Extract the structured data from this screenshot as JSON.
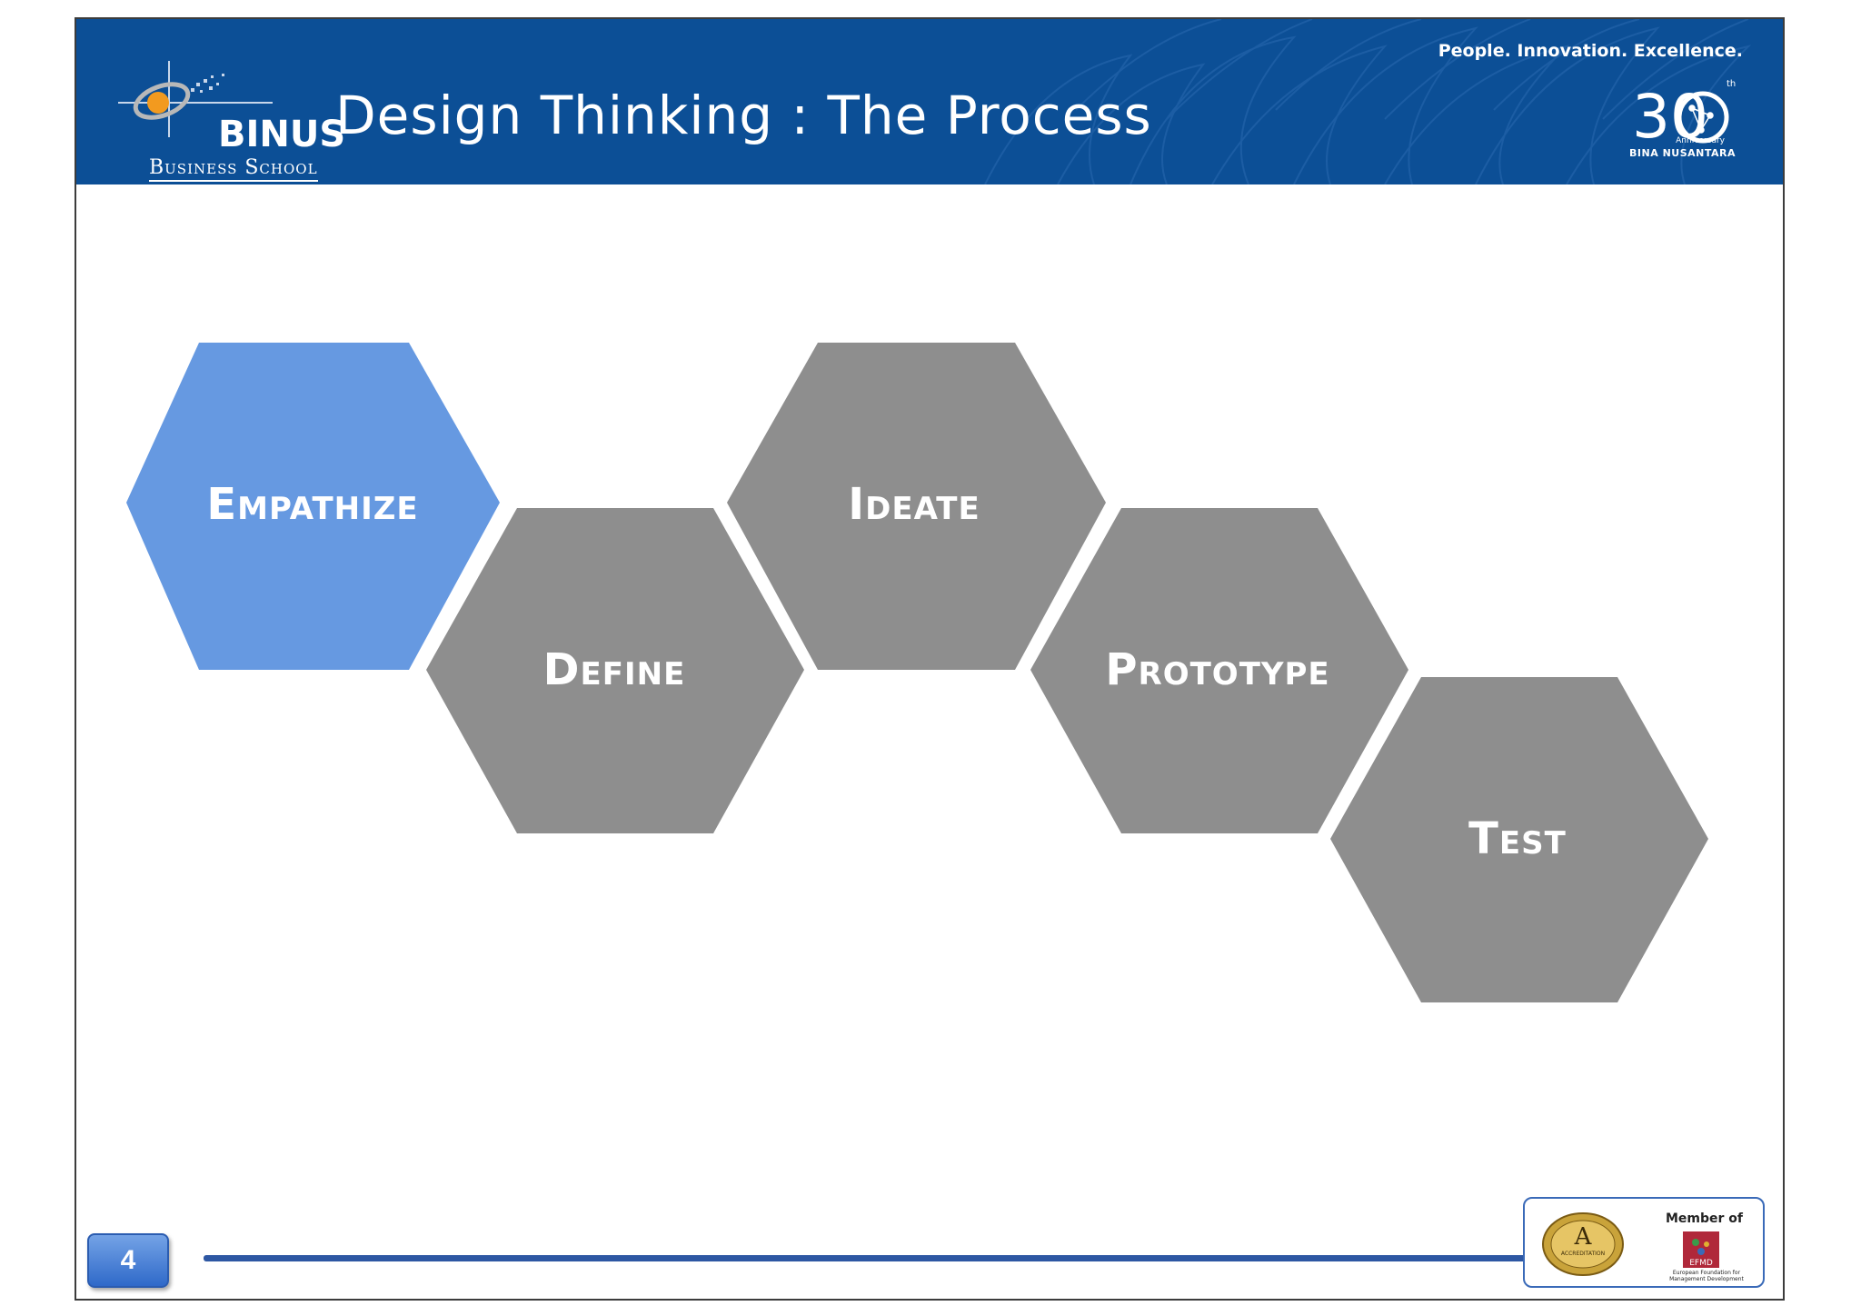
{
  "header": {
    "title": "Design Thinking : The Process",
    "tagline": "People. Innovation. Excellence.",
    "logo": {
      "name": "BINUS",
      "subtitle": "Business School"
    },
    "anniversary": {
      "number": "30",
      "suffix": "th",
      "label": "Anniversary",
      "org": "BINA NUSANTARA"
    }
  },
  "diagram": {
    "stages": [
      {
        "label": "Empathize",
        "color": "#6699e1",
        "active": true
      },
      {
        "label": "Define",
        "color": "#8e8e8e",
        "active": false
      },
      {
        "label": "Ideate",
        "color": "#8e8e8e",
        "active": false
      },
      {
        "label": "Prototype",
        "color": "#8e8e8e",
        "active": false
      },
      {
        "label": "Test",
        "color": "#8e8e8e",
        "active": false
      }
    ]
  },
  "footer": {
    "page_number": "4",
    "member_of": "Member of",
    "accreditation_letter": "A",
    "accreditation_label": "ACCREDITATION",
    "efmd_label": "EFMD",
    "efmd_full": "European Foundation for Management Development"
  },
  "colors": {
    "header_bg": "#0c4f96",
    "accent_blue": "#2d57a3",
    "active_hex": "#6699e1",
    "inactive_hex": "#8e8e8e"
  }
}
